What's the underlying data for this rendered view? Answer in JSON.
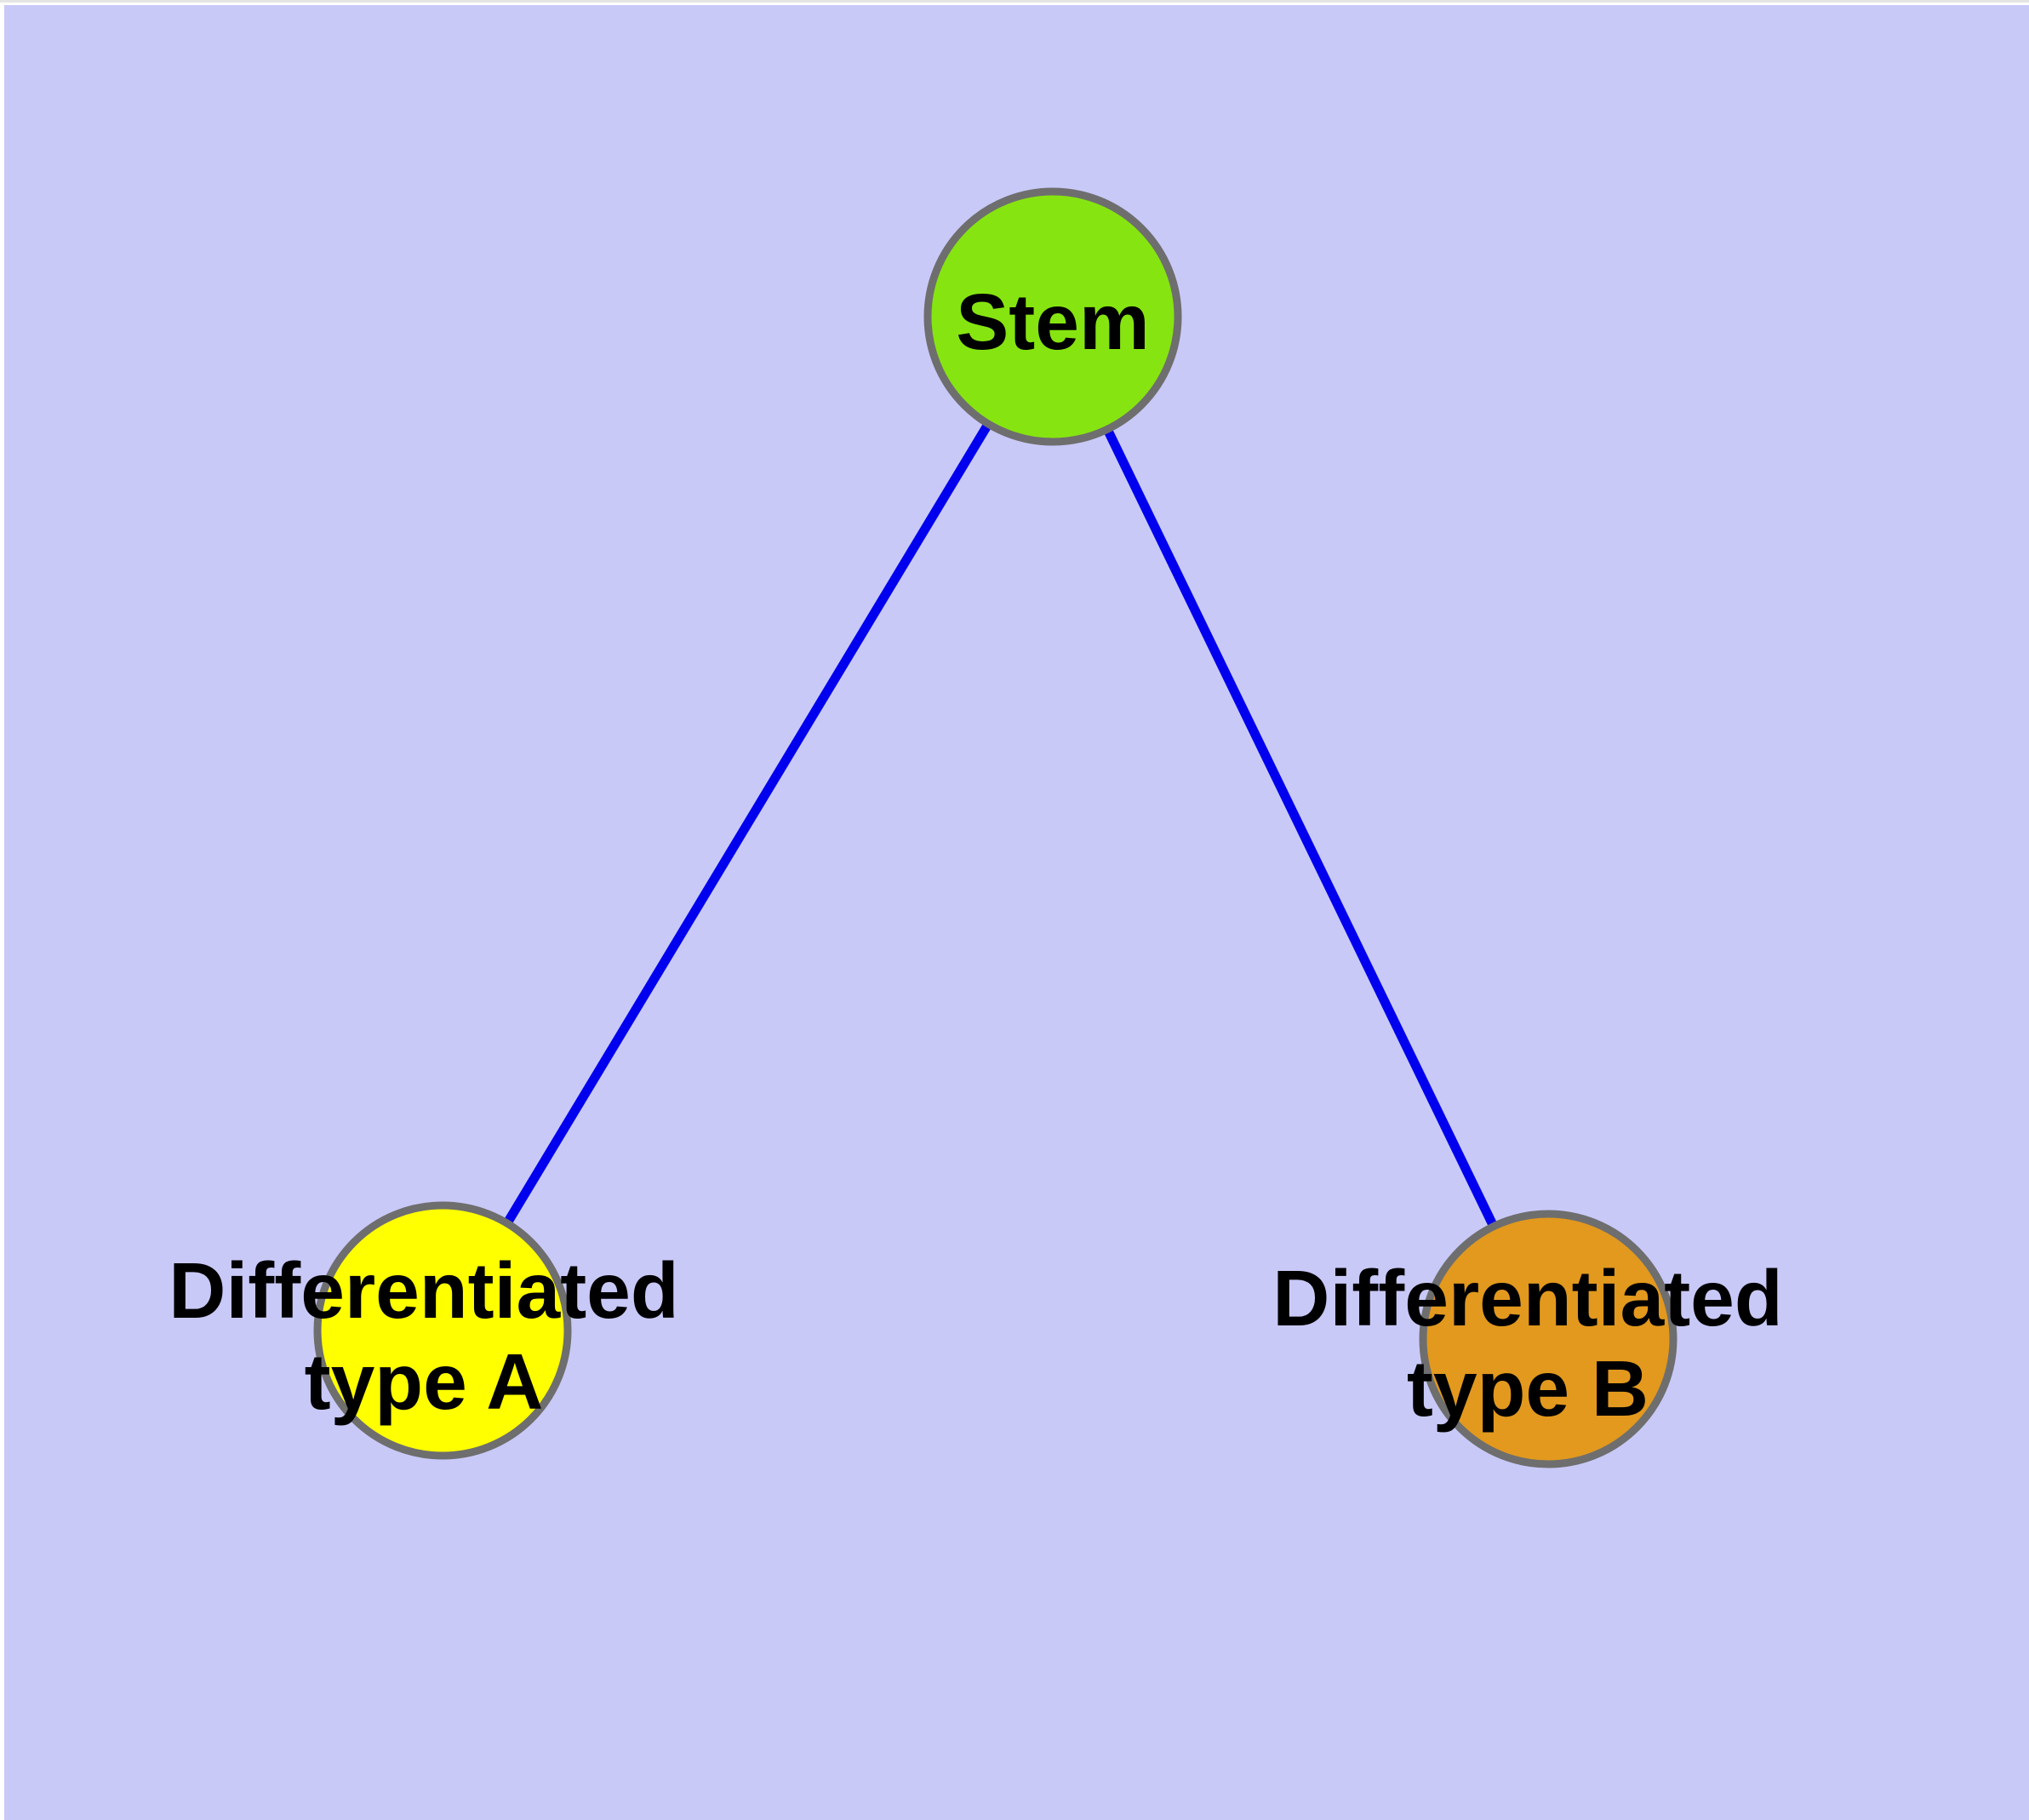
{
  "diagram": {
    "type": "graph",
    "background_color": "#c9c9f8",
    "edge_color": "#0000ee",
    "node_border_color": "#6e6e6e",
    "label_color": "#000000",
    "nodes": [
      {
        "id": "stem",
        "lines": [
          "Stem"
        ],
        "color": "#86e510"
      },
      {
        "id": "differentiated-type-a",
        "lines": [
          "Differentiated",
          "type A"
        ],
        "color": "#ffff00"
      },
      {
        "id": "differentiated-type-b",
        "lines": [
          "Differentiated",
          "type B"
        ],
        "color": "#e2991e"
      }
    ],
    "edges": [
      {
        "from": "stem",
        "to": "differentiated-type-a"
      },
      {
        "from": "stem",
        "to": "differentiated-type-b"
      }
    ]
  }
}
